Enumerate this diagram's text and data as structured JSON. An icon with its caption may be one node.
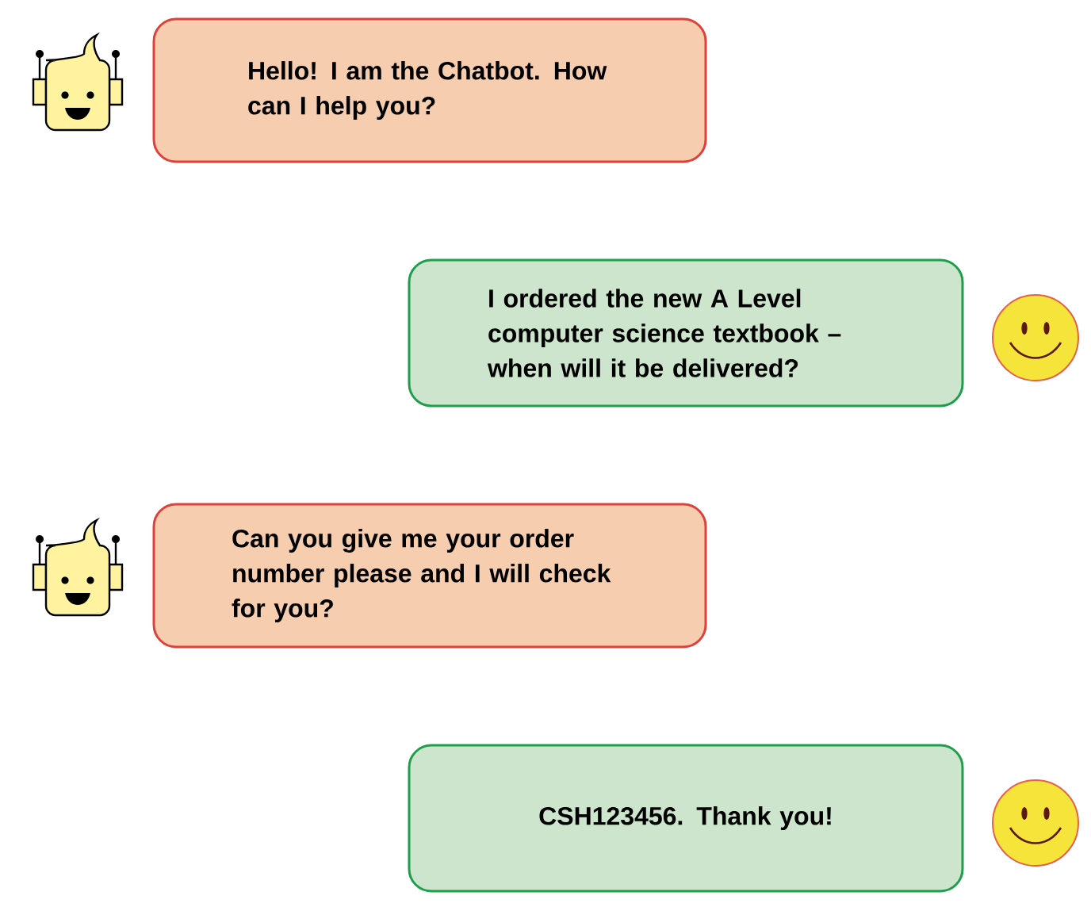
{
  "diagram": {
    "nodes": [
      {
        "text": [
          "Hello! I am the Chatbot. How can I help you?"
        ]
      },
      {
        "text": [
          "I ordered the new A Level computer science textbook – when will it be delivered?"
        ]
      },
      {
        "text": [
          "Can you give me your order number please and I will check for you?"
        ]
      },
      {
        "text": [
          "CSH123456. Thank you!"
        ]
      }
    ]
  }
}
